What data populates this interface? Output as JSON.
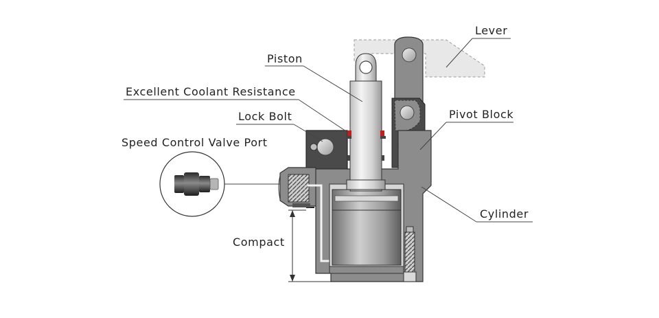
{
  "labels": {
    "lever": "Lever",
    "piston": "Piston",
    "coolant": "Excellent Coolant Resistance",
    "lock_bolt": "Lock Bolt",
    "pivot_block": "Pivot Block",
    "valve_port": "Speed Control Valve Port",
    "cylinder": "Cylinder",
    "compact": "Compact"
  },
  "colors": {
    "body_gray": "#8c8c8c",
    "dark_gray": "#4a4a4a",
    "light_gray": "#d6d6d6",
    "seal_red": "#c0201a",
    "lever_ghost": "#e6e6e6"
  }
}
